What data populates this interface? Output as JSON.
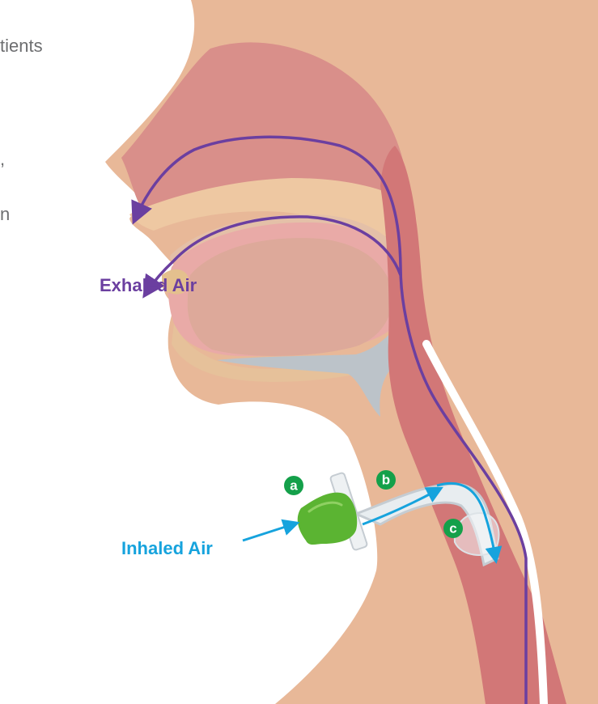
{
  "text_fragments": [
    "tients",
    ",",
    "n"
  ],
  "labels": {
    "exhaled_air": "Exhaled Air",
    "inhaled_air": "Inhaled Air"
  },
  "markers": [
    "a",
    "b",
    "c"
  ],
  "colors": {
    "exhaled": "#6b3fa0",
    "inhaled": "#16a3dd",
    "marker": "#14a04a",
    "skin": "#e8b898",
    "tissue": "#d98f8a",
    "airway": "#d27777",
    "connector": "#5bb432"
  }
}
